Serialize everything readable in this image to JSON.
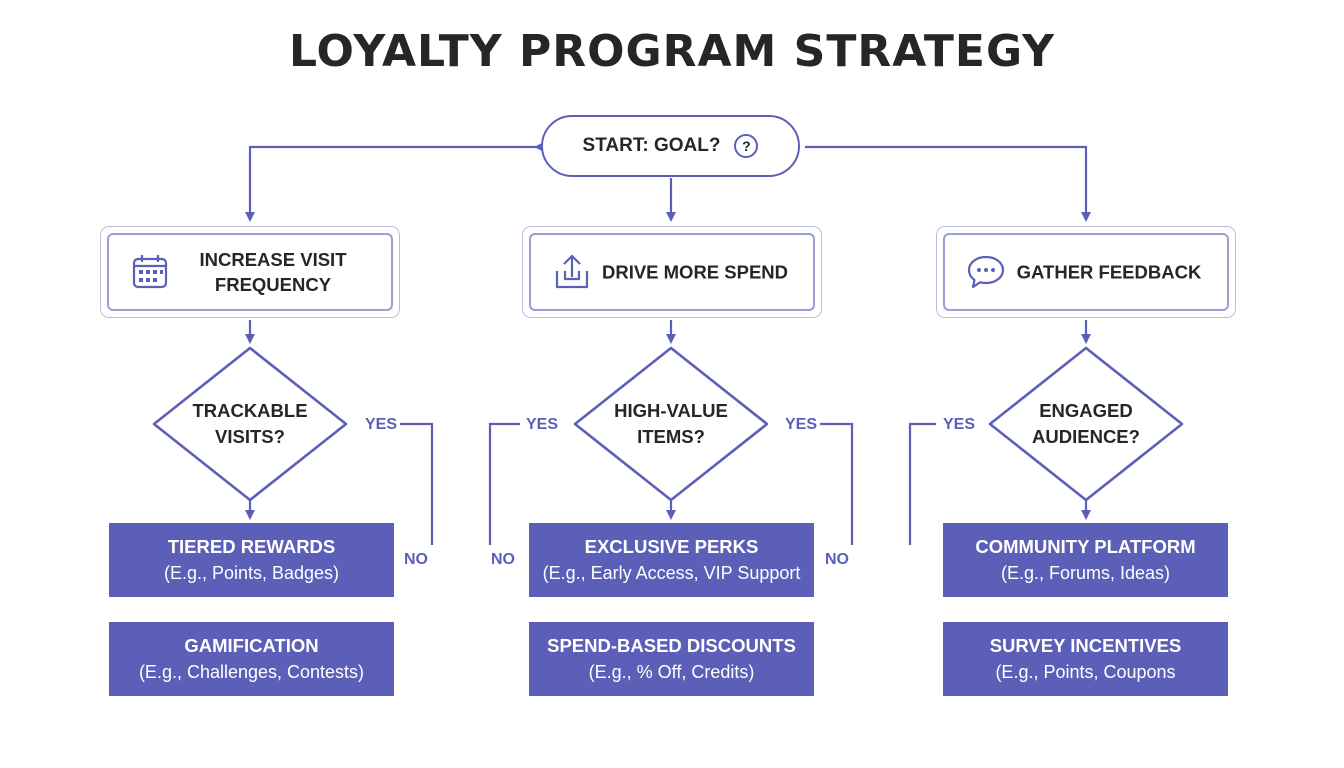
{
  "title": "LOYALTY PROGRAM STRATEGY",
  "start": {
    "label": "START: GOAL?",
    "icon": "help-circle-icon"
  },
  "goals": [
    {
      "label": "INCREASE VISIT FREQUENCY",
      "icon": "calendar-icon"
    },
    {
      "label": "DRIVE MORE SPEND",
      "icon": "upload-tray-icon"
    },
    {
      "label": "GATHER FEEDBACK",
      "icon": "chat-bubble-icon"
    }
  ],
  "decisions": [
    {
      "label": "TRACKABLE VISITS?"
    },
    {
      "label": "HIGH-VALUE ITEMS?"
    },
    {
      "label": "ENGAGED AUDIENCE?"
    }
  ],
  "branch_labels": {
    "yes": "YES",
    "no": "NO"
  },
  "outcomes": [
    {
      "title": "TIERED REWARDS",
      "desc": "(E.g., Points, Badges)"
    },
    {
      "title": "EXCLUSIVE PERKS",
      "desc": "(E.g., Early Access, VIP Support"
    },
    {
      "title": "COMMUNITY PLATFORM",
      "desc": "(E.g., Forums, Ideas)"
    },
    {
      "title": "GAMIFICATION",
      "desc": "(E.g., Challenges, Contests)"
    },
    {
      "title": "SPEND-BASED DISCOUNTS",
      "desc": "(E.g., % Off, Credits)"
    },
    {
      "title": "SURVEY INCENTIVES",
      "desc": "(E.g., Points, Coupons"
    }
  ],
  "colors": {
    "accent": "#5b5fb8",
    "box_border": "#9a9dd6",
    "text": "#262626"
  }
}
